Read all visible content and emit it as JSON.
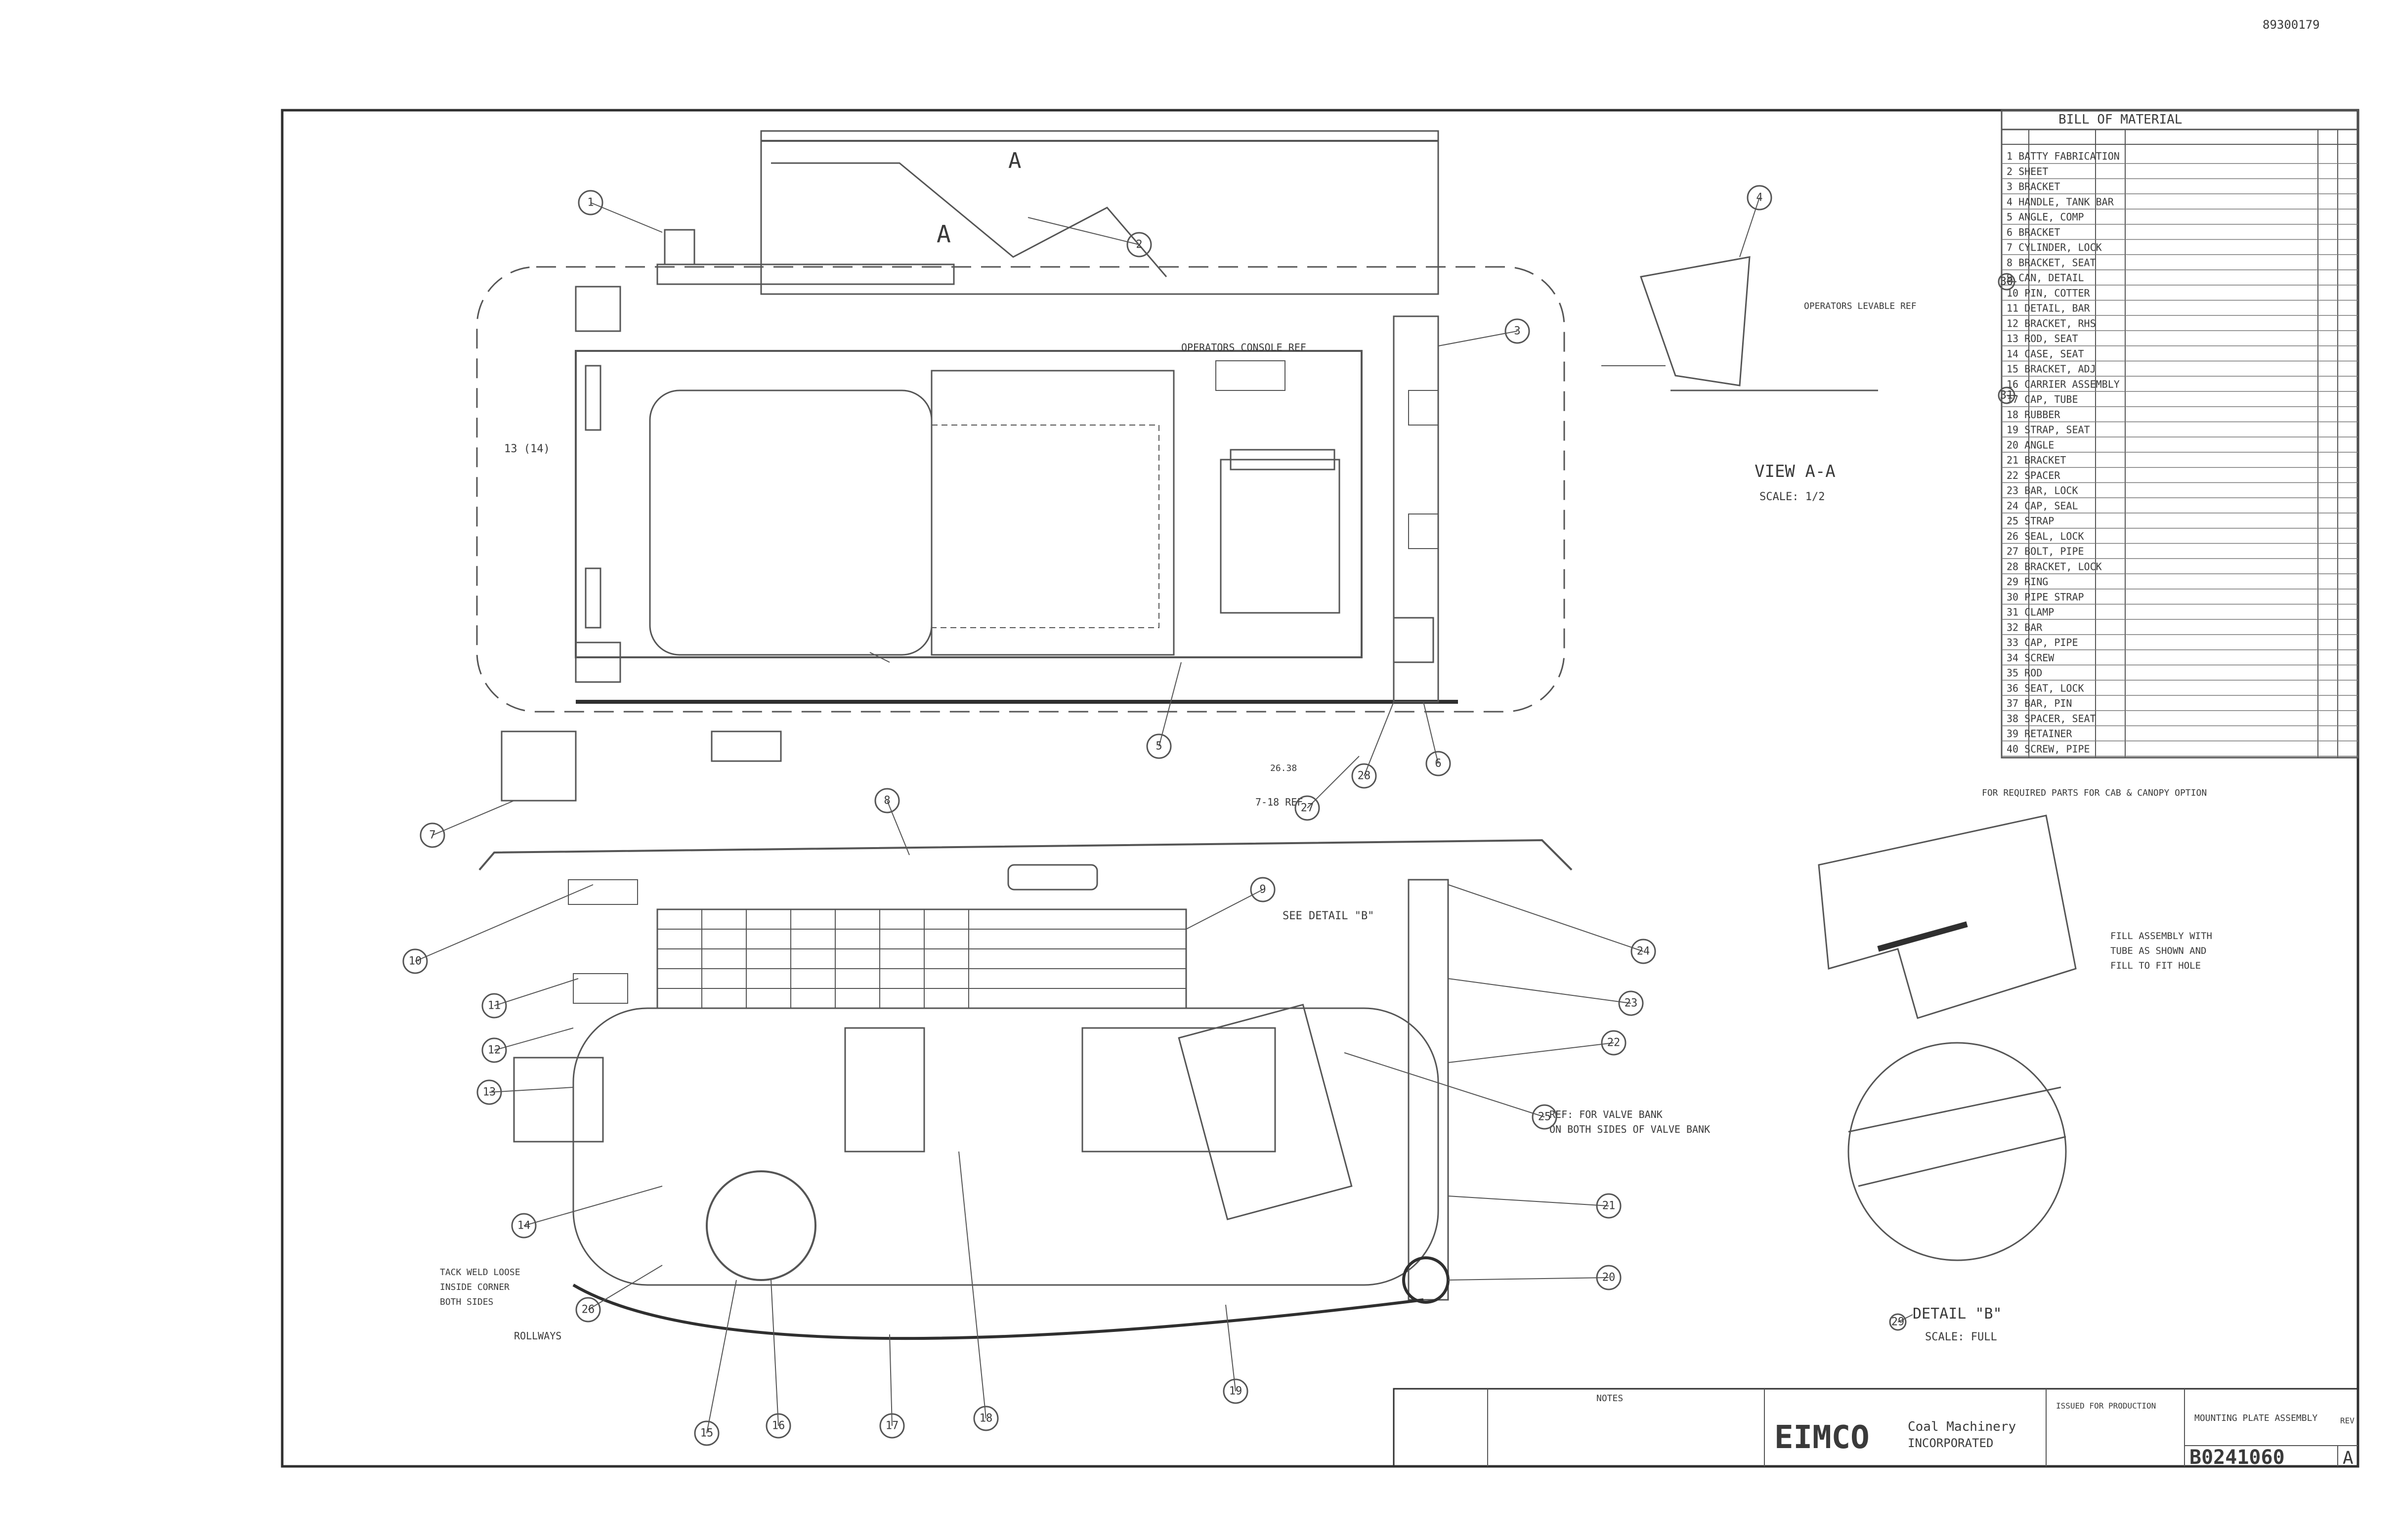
{
  "sheet": {
    "corner_number": "89300179",
    "drawing_number": "B0241060",
    "revision": "A"
  },
  "bill_of_material": {
    "title": "BILL OF MATERIAL",
    "rows": [
      "1  BATTY FABRICATION",
      "2  SHEET",
      "3  BRACKET",
      "4  HANDLE, TANK BAR",
      "5  ANGLE, COMP",
      "6  BRACKET",
      "7  CYLINDER, LOCK",
      "8  BRACKET, SEAT",
      "9  CAN, DETAIL",
      "10 PIN, COTTER",
      "11 DETAIL, BAR",
      "12 BRACKET, RHS",
      "13 ROD, SEAT",
      "14 CASE, SEAT",
      "15 BRACKET, ADJ",
      "16 CARRIER ASSEMBLY",
      "17 CAP, TUBE",
      "18 RUBBER",
      "19 STRAP, SEAT",
      "20 ANGLE",
      "21 BRACKET",
      "22 SPACER",
      "23 BAR, LOCK",
      "24 CAP, SEAL",
      "25 STRAP",
      "26 SEAL, LOCK",
      "27 BOLT, PIPE",
      "28 BRACKET, LOCK",
      "29 RING",
      "30 PIPE STRAP",
      "31 CLAMP",
      "32 BAR",
      "33 CAP, PIPE",
      "34 SCREW",
      "35 ROD",
      "36 SEAT, LOCK",
      "37 BAR, PIN",
      "38 SPACER, SEAT",
      "39 RETAINER",
      "40 SCREW, PIPE"
    ]
  },
  "labels": {
    "operators_console_ref": "OPERATORS CONSOLE REF",
    "operators_levable_ref": "OPERATORS LEVABLE REF",
    "view_a_a": "VIEW A-A",
    "view_scale": "SCALE: 1/2",
    "section_a": "A",
    "section_a2": "A",
    "see_detail_b": "SEE DETAIL \"B\"",
    "cab_canopy_note": "FOR REQUIRED PARTS FOR CAB & CANOPY OPTION",
    "valve_bank_note_1": "REF: FOR VALVE BANK",
    "valve_bank_note_2": "ON BOTH SIDES OF VALVE BANK",
    "detail_note_1": "FILL ASSEMBLY WITH",
    "detail_note_2": "TUBE AS SHOWN AND",
    "detail_note_3": "FILL TO FIT HOLE",
    "detail_b": "DETAIL \"B\"",
    "detail_scale": "SCALE: FULL",
    "left_note_1": "TACK WELD LOOSE",
    "left_note_2": "INSIDE CORNER",
    "left_note_3": "BOTH SIDES",
    "left_note_4": "ROLLWAYS",
    "ref_718": "7-18 REF",
    "dim_ref": "26.38",
    "bubble_ref": "13 (14)"
  },
  "title_block": {
    "company": "EIMCO",
    "division_1": "Coal Machinery",
    "division_2": "INCORPORATED",
    "notes_title": "NOTES",
    "drawing_title": "MOUNTING PLATE ASSEMBLY",
    "rev_label": "REV",
    "issue_label": "ISSUED FOR PRODUCTION"
  },
  "balloons": [
    "1",
    "2",
    "3",
    "4",
    "5",
    "6",
    "7",
    "8",
    "9",
    "10",
    "11",
    "12",
    "13",
    "14",
    "15",
    "16",
    "17",
    "18",
    "19",
    "20",
    "21",
    "22",
    "23",
    "24",
    "25",
    "26",
    "27",
    "28",
    "29",
    "30",
    "31"
  ]
}
